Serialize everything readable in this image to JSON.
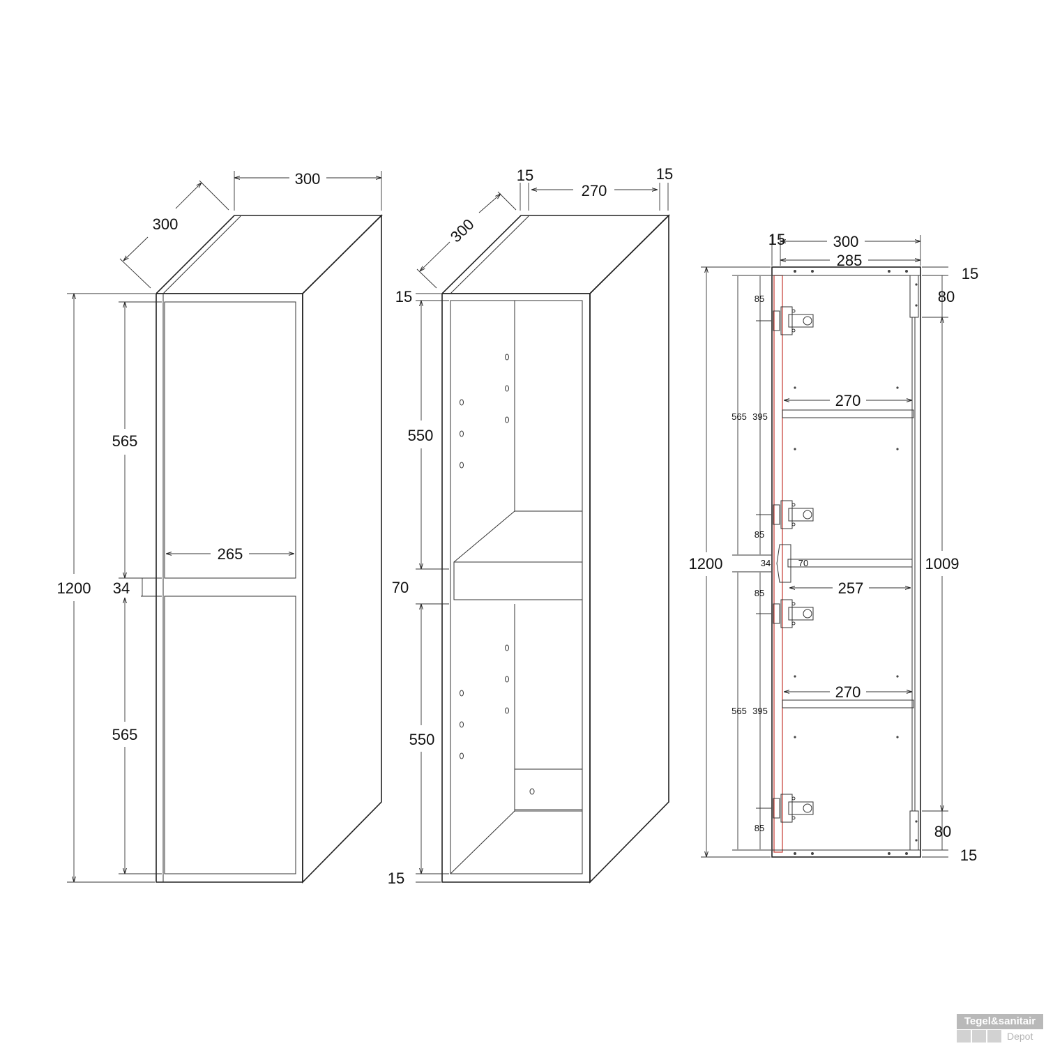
{
  "views": {
    "front": {
      "depth": "300",
      "width": "300",
      "height": "1200",
      "door_upper": "565",
      "door_lower": "565",
      "gap": "34",
      "inner_width": "265"
    },
    "open": {
      "depth": "300",
      "side_left": "15",
      "inner_width": "270",
      "side_right": "15",
      "top_panel": "15",
      "upper_section": "550",
      "shelf": "70",
      "lower_section": "550",
      "bottom_panel": "15"
    },
    "section": {
      "side": "15",
      "width": "300",
      "inner": "285",
      "height": "1200",
      "top_right": "15",
      "top_rail": "80",
      "bottom_rail": "80",
      "bottom_right": "15",
      "back_height": "1009",
      "shelf_upper": "270",
      "shelf_lower": "270",
      "shelf_mid": "257",
      "mid_gap": "34",
      "mid_depth": "70",
      "hinge_offsets": [
        "85",
        "85",
        "85",
        "85"
      ],
      "door_upper": "565",
      "door_lower": "565",
      "hinge_spacing_upper": "395",
      "hinge_spacing_lower": "395"
    }
  },
  "watermark": {
    "brand": "Tegel&sanitair",
    "sub": "Depot"
  }
}
